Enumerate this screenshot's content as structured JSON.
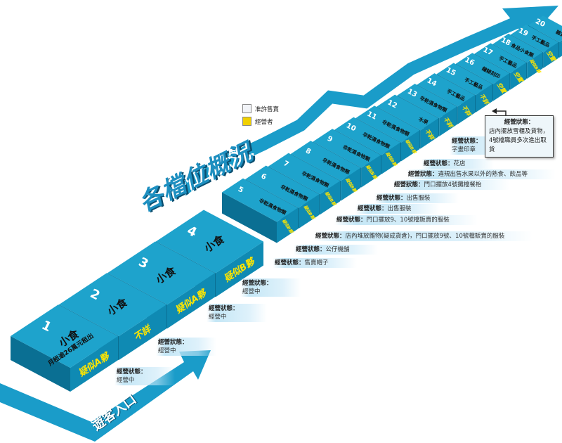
{
  "title": "各檔位概況",
  "entrance_label": "遊客入口",
  "legend": [
    {
      "label": "准許售賣",
      "color": "#f2f4f8"
    },
    {
      "label": "經營者",
      "color": "#f0d000"
    }
  ],
  "colors": {
    "box_top": "#1ea3cc",
    "box_right": "#0f8ab3",
    "box_left": "#0a6f93",
    "operator_text": "#ffe600",
    "arrow": "#1a9cc9"
  },
  "status_label": "經營狀態：",
  "stalls": [
    {
      "no": "1",
      "permitted": "小食",
      "note": "月租逾26萬元租出",
      "operator": "疑似A夥",
      "status": "經營中"
    },
    {
      "no": "2",
      "permitted": "小食",
      "operator": "不詳",
      "status": "經營中"
    },
    {
      "no": "3",
      "permitted": "小食",
      "operator": "疑似A夥",
      "status": "經營中"
    },
    {
      "no": "4",
      "permitted": "小食",
      "operator": "疑似B夥",
      "status": "經營中"
    },
    {
      "no": "5",
      "permitted": "非乾濕食物類",
      "operator": "疑似B夥",
      "status": "售賣帽子"
    },
    {
      "no": "6",
      "permitted": "非乾濕食物類",
      "operator": "疑似B夥",
      "status": "公仔機舖"
    },
    {
      "no": "7",
      "permitted": "非乾濕食物類",
      "operator": "疑似B夥",
      "status": "店內堆放雜物(疑成貨倉)，門口擺放9號、10號檔販賣的服裝"
    },
    {
      "no": "8",
      "permitted": "非乾濕食物類",
      "operator": "疑似B夥",
      "status": "門口擺放9、10號檔販賣的服裝"
    },
    {
      "no": "9",
      "permitted": "非乾濕食物類",
      "operator": "疑似B夥",
      "status": "出售服裝"
    },
    {
      "no": "10",
      "permitted": "非乾濕食物類",
      "operator": "疑似B夥",
      "status": "出售服裝"
    },
    {
      "no": "11",
      "permitted": "非乾濕食物類",
      "operator": "疑似B夥",
      "status": "門口擺放4號攤檔餐枱"
    },
    {
      "no": "12",
      "permitted": "水果",
      "operator": "不詳",
      "status": "違規出售水果以外的熟食、飲品等"
    },
    {
      "no": "13",
      "permitted": "非乾濕食物類",
      "operator": "不詳",
      "status": "花店"
    },
    {
      "no": "14",
      "permitted": "手工藝品",
      "operator": "不詳",
      "status": "字畫印章"
    },
    {
      "no": "15",
      "permitted": "手工藝品",
      "operator": "不詳"
    },
    {
      "no": "16",
      "permitted": "鐘錶刻印",
      "operator": "空置"
    },
    {
      "no": "17",
      "permitted": "手工藝品",
      "operator": "空置"
    },
    {
      "no": "18",
      "permitted": "食品小食類",
      "operator": "疑似B夥",
      "status": "店內擺放雪櫃及貨物，4號檔職員多次進出取貨"
    },
    {
      "no": "19",
      "permitted": "手工藝品",
      "operator": "空置"
    },
    {
      "no": "20",
      "permitted": "雜貨",
      "operator": "空置"
    }
  ]
}
